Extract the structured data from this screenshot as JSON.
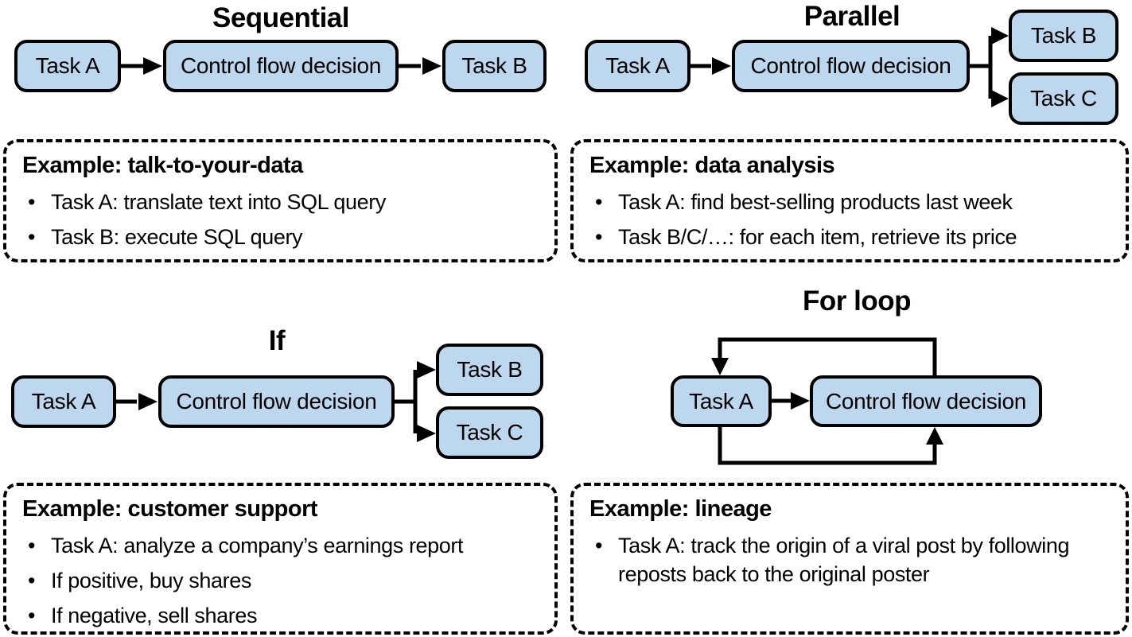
{
  "colors": {
    "background": "#FFFFFF",
    "box_fill": "#BDD7EE",
    "box_border": "#000000",
    "line": "#000000",
    "text": "#000000"
  },
  "diagrams": {
    "sequential": {
      "title": "Sequential",
      "nodes": {
        "task_a": "Task A",
        "decision": "Control flow decision",
        "task_b": "Task B"
      }
    },
    "parallel": {
      "title": "Parallel",
      "nodes": {
        "task_a": "Task A",
        "decision": "Control flow decision",
        "task_b": "Task B",
        "task_c": "Task C"
      }
    },
    "if": {
      "title": "If",
      "nodes": {
        "task_a": "Task A",
        "decision": "Control flow decision",
        "task_b": "Task B",
        "task_c": "Task C"
      }
    },
    "for_loop": {
      "title": "For loop",
      "nodes": {
        "task_a": "Task A",
        "decision": "Control flow decision"
      }
    }
  },
  "examples": {
    "sequential": {
      "heading": "Example: talk-to-your-data",
      "bullets": [
        "Task A: translate text into SQL query",
        "Task B: execute SQL query"
      ]
    },
    "parallel": {
      "heading": "Example: data analysis",
      "bullets": [
        "Task A: find best-selling products last week",
        "Task B/C/…: for each item, retrieve its price"
      ]
    },
    "if": {
      "heading": "Example: customer support",
      "bullets": [
        "Task A: analyze a company’s earnings report",
        "If positive, buy shares",
        "If negative, sell shares"
      ]
    },
    "for_loop": {
      "heading": "Example: lineage",
      "bullets": [
        "Task A: track the origin of a viral post by following reposts back to the original poster"
      ]
    }
  }
}
